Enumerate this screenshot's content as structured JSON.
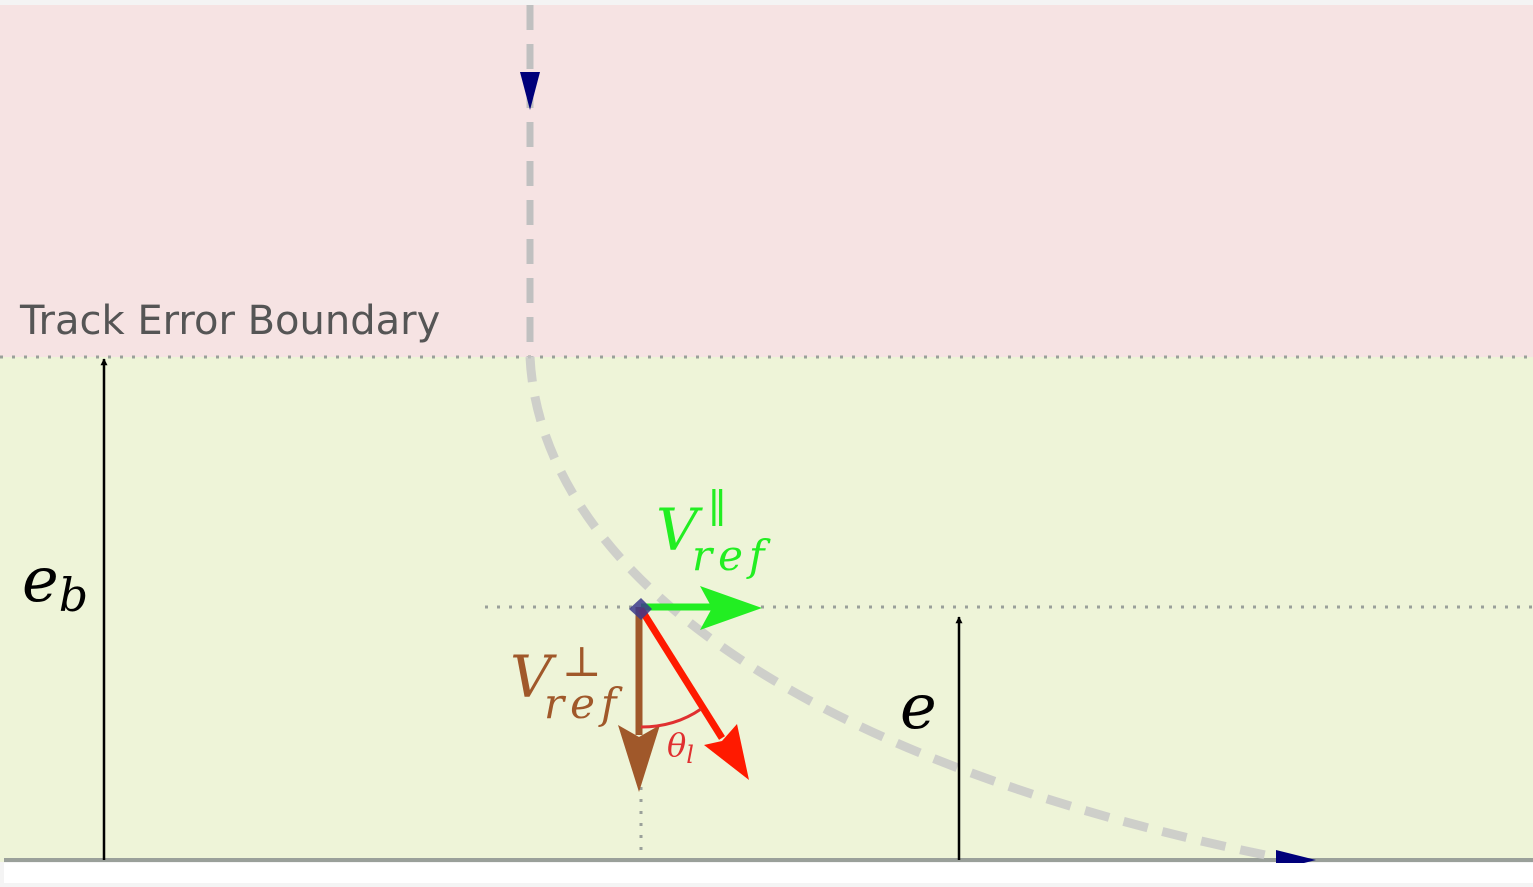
{
  "boundary_label": "Track Error Boundary",
  "labels": {
    "eb_main": "e",
    "eb_sub": "b",
    "e": "e",
    "v_par_main": "V",
    "v_par_sup": "∥",
    "v_par_sub": "ref",
    "v_perp_main": "V",
    "v_perp_sup": "⊥",
    "v_perp_sub": "ref",
    "theta_main": "θ",
    "theta_sub": "l"
  },
  "colors": {
    "error_zone": "#f6e3e3",
    "safe_zone": "#eef4d8",
    "path": "#c0c0c0",
    "path_arrow": "#00007a",
    "v_parallel": "#22ee22",
    "v_perpendicular": "#a0582a",
    "v_actual": "#ff1a00",
    "angle_arc": "#e03030",
    "boundary_text": "#555555",
    "dotted": "#9aa09a"
  }
}
